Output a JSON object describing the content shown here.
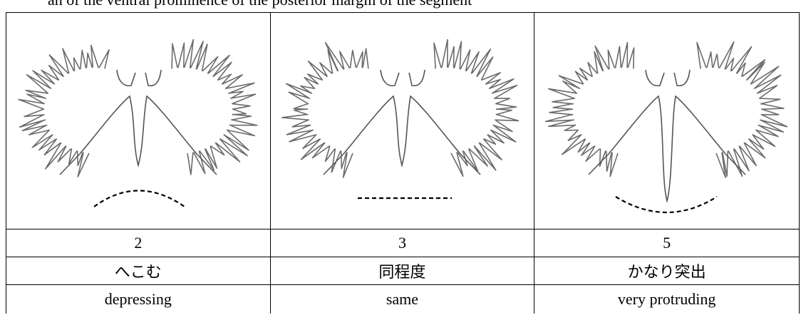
{
  "clipped_caption": "an of the ventral prominence of the posterior margin of the segment",
  "columns": [
    {
      "score": "2",
      "label_ja": "へこむ",
      "label_en": "depressing",
      "profile": "depressing"
    },
    {
      "score": "3",
      "label_ja": "同程度",
      "label_en": "same",
      "profile": "same"
    },
    {
      "score": "5",
      "label_ja": "かなり突出",
      "label_en": "very protruding",
      "profile": "very-protruding"
    }
  ],
  "colors": {
    "border": "#000000",
    "sketch": "#6b6b6b",
    "outline": "#555555"
  }
}
